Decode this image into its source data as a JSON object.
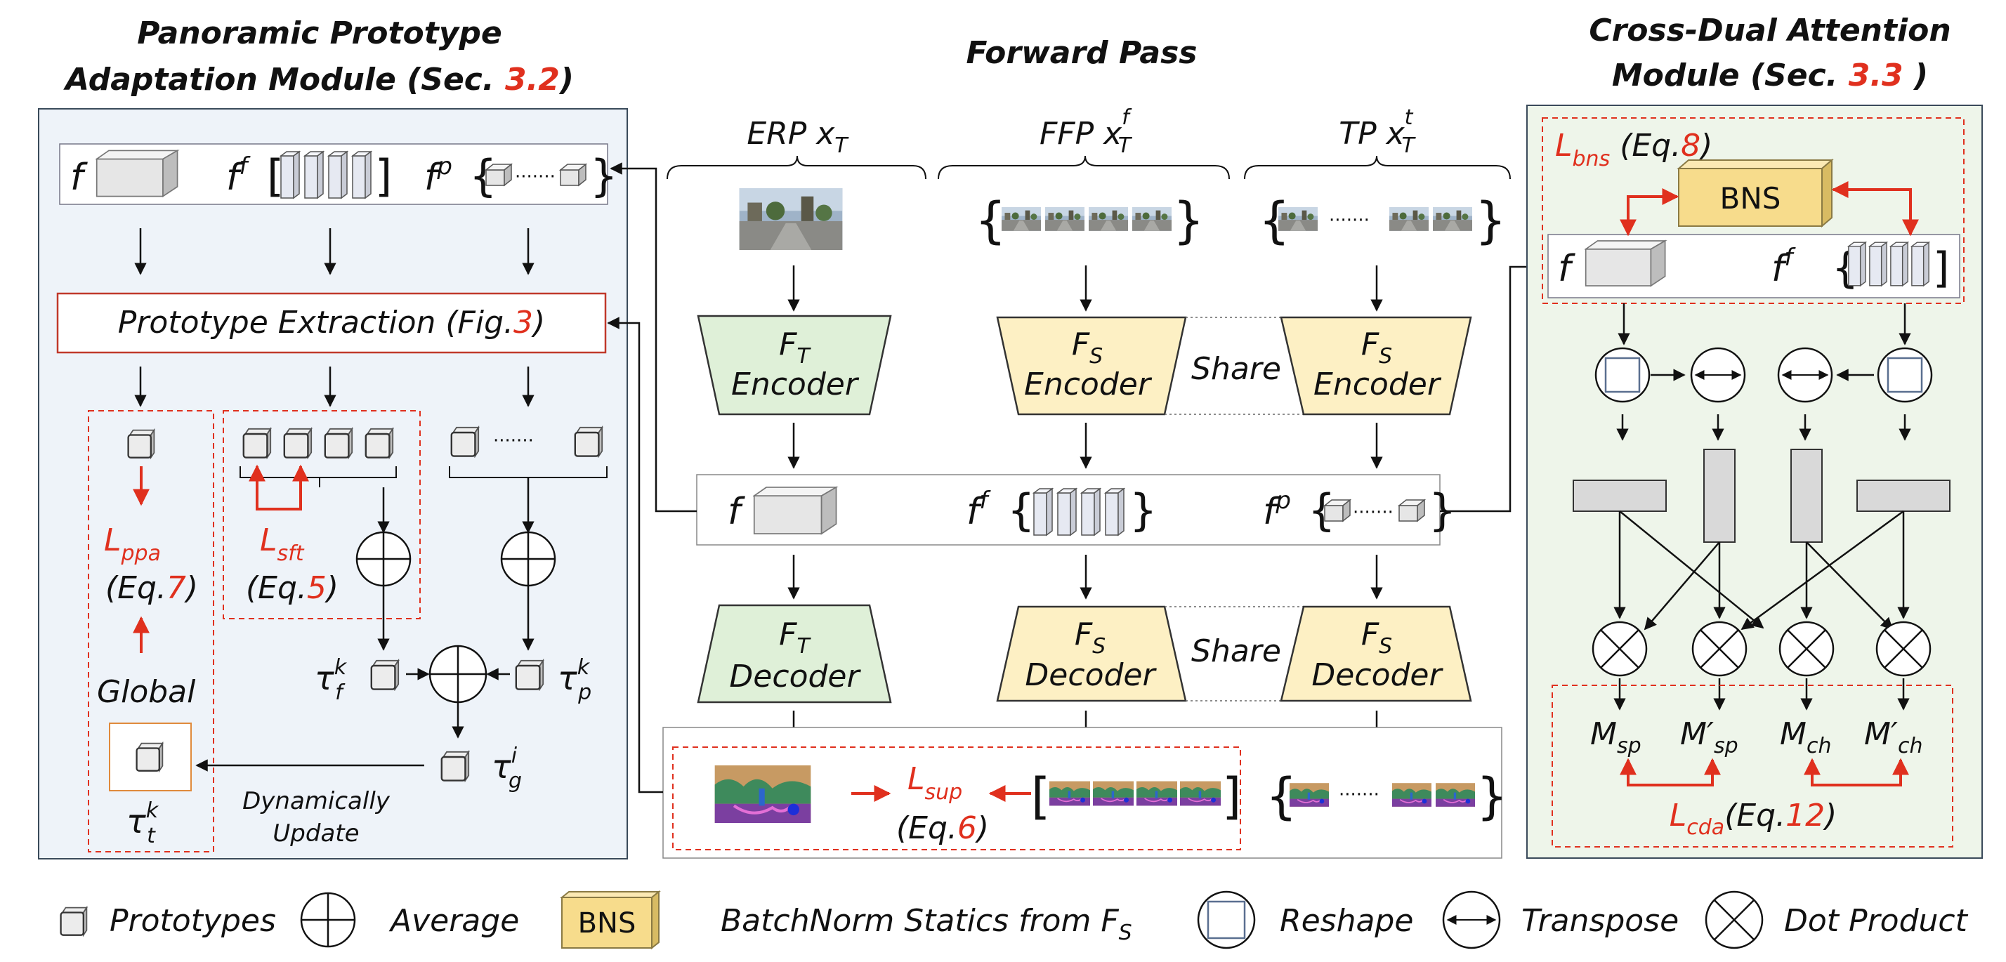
{
  "titles": {
    "ppa_line1": "Panoramic Prototype",
    "ppa_line2": "Adaptation Module (Sec. ",
    "ppa_ref": "3.2",
    "ppa_close": ")",
    "forward": "Forward Pass",
    "cda_line1": "Cross-Dual Attention",
    "cda_line2": "Module (Sec. ",
    "cda_ref": "3.3",
    "cda_close": " )"
  },
  "forward": {
    "erp": "ERP x",
    "ffp": "FFP x",
    "tp": "TP x",
    "sub_T": "T",
    "sup_f": "f",
    "sup_t": "t",
    "F": "F",
    "T": "T",
    "S": "S",
    "encoder": "Encoder",
    "decoder": "Decoder",
    "share": "Share",
    "f": "f",
    "p": "p",
    "dots": "·······"
  },
  "ppa": {
    "proto_extract": "Prototype Extraction (Fig.",
    "proto_ref": "3",
    "proto_close": ")",
    "L": "L",
    "ppa_sub": "ppa",
    "sft_sub": "sft",
    "eq_open": "(Eq.",
    "eq7": "7",
    "eq5": "5",
    "eq_close": ")",
    "global": "Global",
    "tau": "τ",
    "k": "k",
    "i": "i",
    "f": "f",
    "p": "p",
    "g": "g",
    "t": "t",
    "dyn1": "Dynamically",
    "dyn2": "Update"
  },
  "sup": {
    "L": "L",
    "sub": "sup",
    "eq_open": "(Eq.",
    "eq": "6",
    "eq_close": ")"
  },
  "cda": {
    "L": "L",
    "bns_sub": "bns",
    "cda_sub": "cda",
    "eq8_open": " (Eq.",
    "eq8": "8",
    "eq_close": ")",
    "eq12_open": "(Eq.",
    "eq12": "12",
    "bns": "BNS",
    "M": "M",
    "Mp": "M′",
    "sp": "sp",
    "ch": "ch"
  },
  "legend": {
    "prototypes": "Prototypes",
    "average": "Average",
    "bns": "BNS",
    "batchnorm": "BatchNorm Statics from F",
    "batchnorm_sub": "S",
    "reshape": "Reshape",
    "transpose": "Transpose",
    "dot": "Dot Product"
  },
  "colors": {
    "red": "#e0301e",
    "left_panel_bg": "#eef3f9",
    "right_panel_bg": "#eef5ea",
    "teacher_green": "#dff0d8",
    "student_yellow": "#fdf0c4",
    "bns_yellow": "#f7dc8c",
    "cube_gray": "#d9d9d9"
  }
}
